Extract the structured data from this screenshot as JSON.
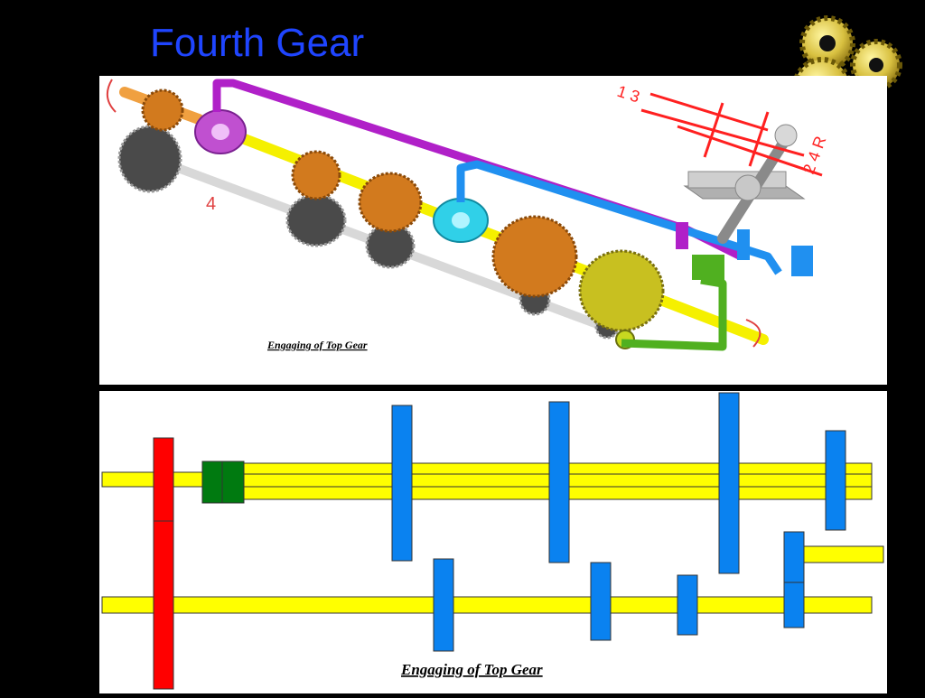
{
  "slide": {
    "title": "Fourth Gear"
  },
  "diagram_3d": {
    "caption": "Engaging of Top Gear",
    "label_gear": "4",
    "shift_pattern": {
      "top_left": "1 3",
      "bottom_right": "2 4 R"
    },
    "colors": {
      "main_shaft": "#f5f000",
      "counter_shaft": "#d8d8d8",
      "input_shaft": "#f0a040",
      "gear_bronze": "#d27a1e",
      "gear_grey": "#4a4a4a",
      "collar_purple": "#c050d0",
      "collar_cyan": "#30d0e8",
      "rod_purple": "#b020c8",
      "rod_blue": "#2090f0",
      "rod_green": "#50b020",
      "pattern_red": "#ff2020"
    },
    "icons": [
      "gears-logo-icon",
      "gear-lever-icon"
    ]
  },
  "diagram_2d": {
    "caption": "Engaging of Top Gear",
    "colors": {
      "shaft": "#ffff00",
      "gear": "#0a82f0",
      "input_gear": "#ff0000",
      "collar": "#007a10"
    }
  }
}
